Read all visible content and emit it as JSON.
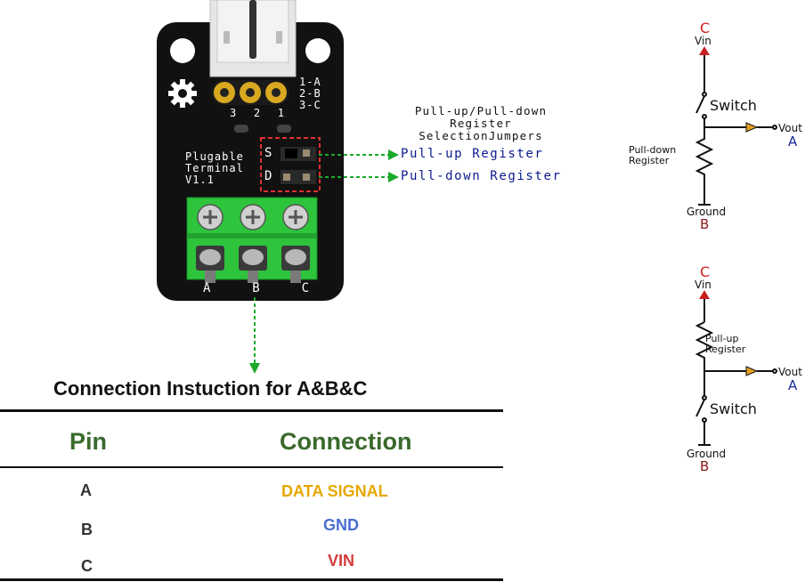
{
  "board": {
    "pin_numbers": [
      "3",
      "2",
      "1"
    ],
    "pin_map": [
      "1-A",
      "2-B",
      "3-C"
    ],
    "name_lines": [
      "Plugable",
      "Terminal",
      "V1.1"
    ],
    "jumper_letters": [
      "S",
      "D"
    ],
    "terminal_letters": [
      "A",
      "B",
      "C"
    ]
  },
  "jumper_caption": [
    "Pull-up/Pull-down",
    "Register",
    "SelectionJumpers"
  ],
  "jumper_targets": {
    "pull_up": "Pull-up Register",
    "pull_down": "Pull-down Register"
  },
  "table": {
    "title": "Connection Instuction for A&B&C",
    "headers": [
      "Pin",
      "Connection"
    ],
    "rows": [
      {
        "pin": "A",
        "connection": "DATA SIGNAL",
        "color": "#e6a800"
      },
      {
        "pin": "B",
        "connection": "GND",
        "color": "#4a6fd0"
      },
      {
        "pin": "C",
        "connection": "VIN",
        "color": "#d23b3b"
      }
    ]
  },
  "schematic_top": {
    "vin_letter": "C",
    "vin": "Vin",
    "switch": "Switch",
    "resistor": [
      "Pull-down",
      "Register"
    ],
    "vout": "Vout",
    "vout_letter": "A",
    "ground": "Ground",
    "ground_letter": "B"
  },
  "schematic_bottom": {
    "vin_letter": "C",
    "vin": "Vin",
    "resistor": [
      "Pull-up",
      "Register"
    ],
    "vout": "Vout",
    "vout_letter": "A",
    "switch": "Switch",
    "ground": "Ground",
    "ground_letter": "B"
  },
  "colors": {
    "board": "#111111",
    "terminal_green": "#2ec43c",
    "arrow_green": "#1aaa2a",
    "jumper_box": "#e03030",
    "vin_red": "#d42020",
    "vout_blue": "#1a2a9a",
    "ground_red": "#8a1a1a"
  }
}
